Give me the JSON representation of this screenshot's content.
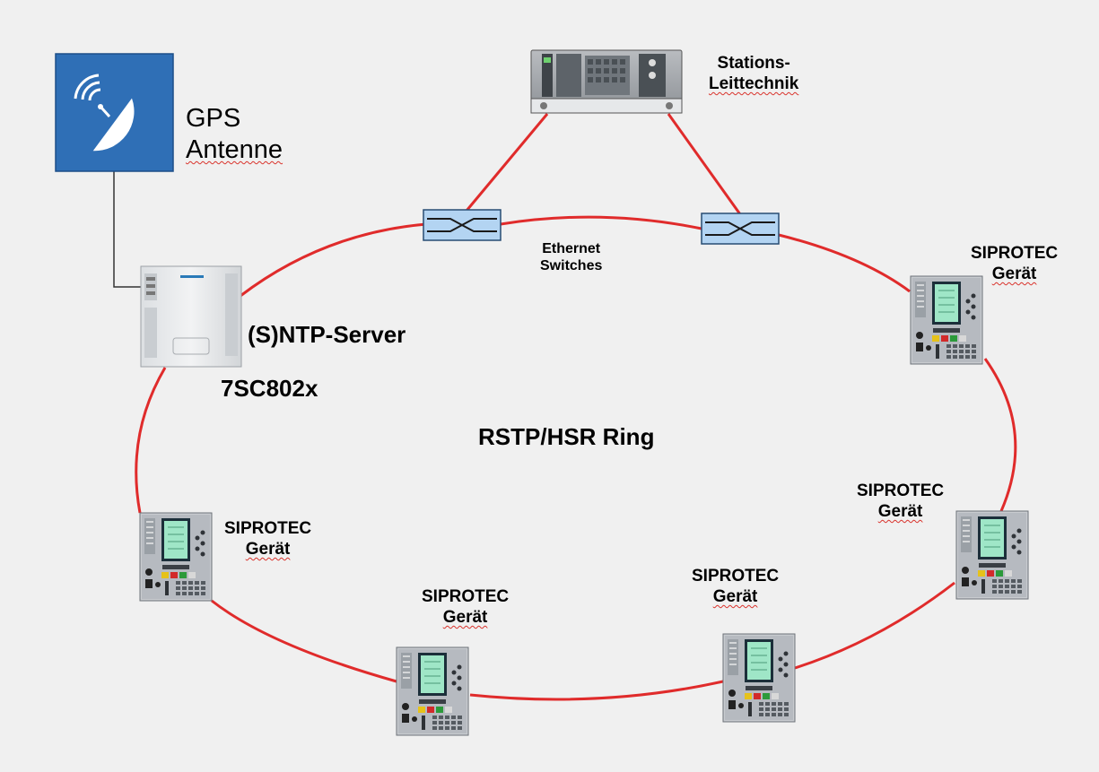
{
  "labels": {
    "gps_line1": "GPS",
    "gps_line2": "Antenne",
    "station_line1": "Stations-",
    "station_line2": "Leittechnik",
    "switches_line1": "Ethernet",
    "switches_line2": "Switches",
    "server_name": "(S)NTP-Server",
    "server_model": "7SC802x",
    "ring": "RSTP/HSR Ring"
  },
  "devices": [
    {
      "line1": "SIPROTEC",
      "line2": "Gerät"
    },
    {
      "line1": "SIPROTEC",
      "line2": "Gerät"
    },
    {
      "line1": "SIPROTEC",
      "line2": "Gerät"
    },
    {
      "line1": "SIPROTEC",
      "line2": "Gerät"
    },
    {
      "line1": "SIPROTEC",
      "line2": "Gerät"
    }
  ],
  "colors": {
    "background": "#f0f0f0",
    "ring_link": "#e02b2b",
    "antenna_box": "#2f6fb6",
    "switch_fill": "#b3d4f2"
  }
}
